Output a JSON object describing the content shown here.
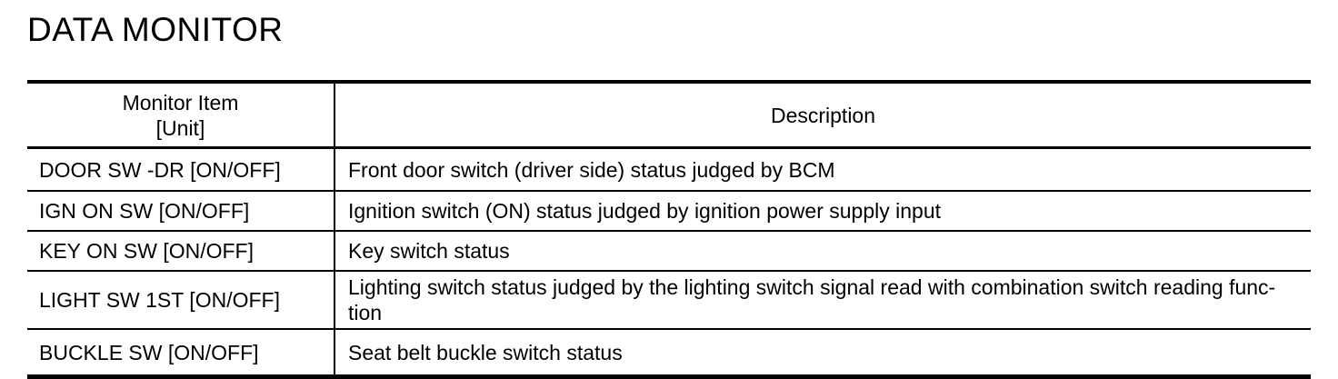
{
  "page": {
    "title": "DATA MONITOR"
  },
  "colors": {
    "background": "#ffffff",
    "text": "#000000",
    "table_border": "#000000"
  },
  "table": {
    "columns": [
      {
        "header": "Monitor Item\n[Unit]"
      },
      {
        "header": "Description"
      }
    ],
    "rows": [
      {
        "monitor_item": "DOOR SW -DR [ON/OFF]",
        "description": "Front door switch (driver side) status judged by BCM"
      },
      {
        "monitor_item": "IGN ON SW [ON/OFF]",
        "description": "Ignition switch (ON) status judged by ignition power supply input"
      },
      {
        "monitor_item": "KEY ON SW [ON/OFF]",
        "description": "Key switch status"
      },
      {
        "monitor_item": "LIGHT SW 1ST [ON/OFF]",
        "description": "Lighting switch status judged by the lighting switch signal read with combination switch reading func-\ntion"
      },
      {
        "monitor_item": "BUCKLE SW [ON/OFF]",
        "description": "Seat belt buckle switch status"
      }
    ]
  }
}
